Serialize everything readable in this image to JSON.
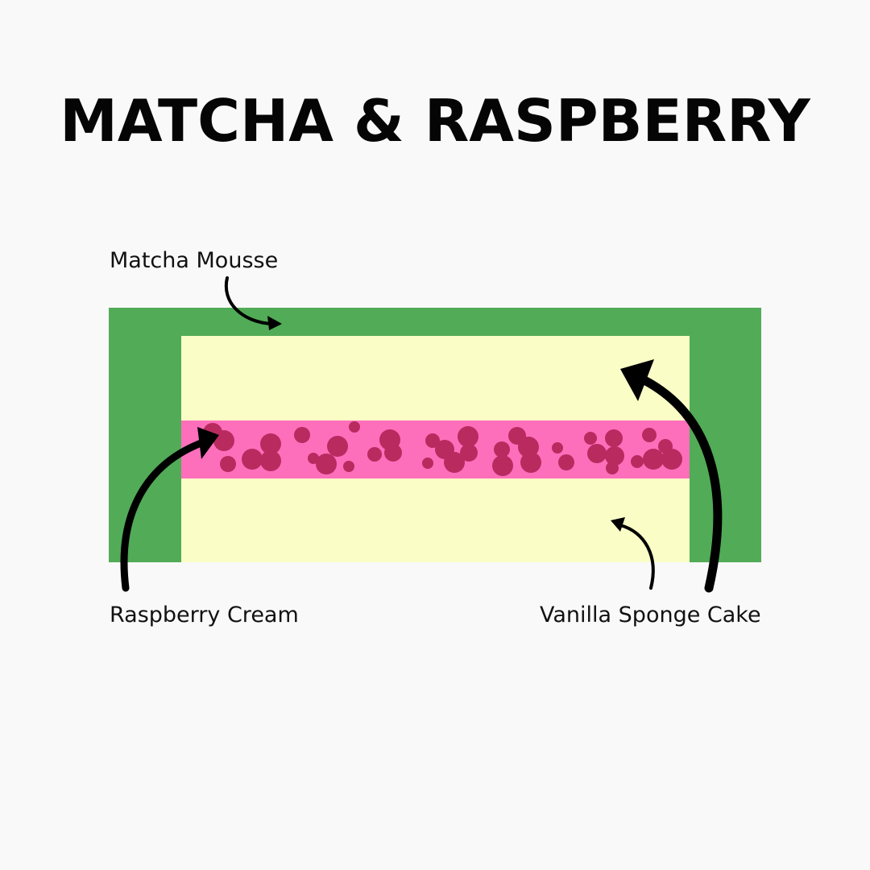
{
  "title": "MATCHA & RASPBERRY",
  "labels": {
    "matcha_mousse": "Matcha Mousse",
    "raspberry_cream": "Raspberry Cream",
    "vanilla_sponge": "Vanilla Sponge Cake"
  },
  "colors": {
    "matcha": "#52ab57",
    "sponge": "#fafec6",
    "cream": "#fd6fbb",
    "raspberry": "#b92a5f",
    "arrow": "#000000"
  }
}
